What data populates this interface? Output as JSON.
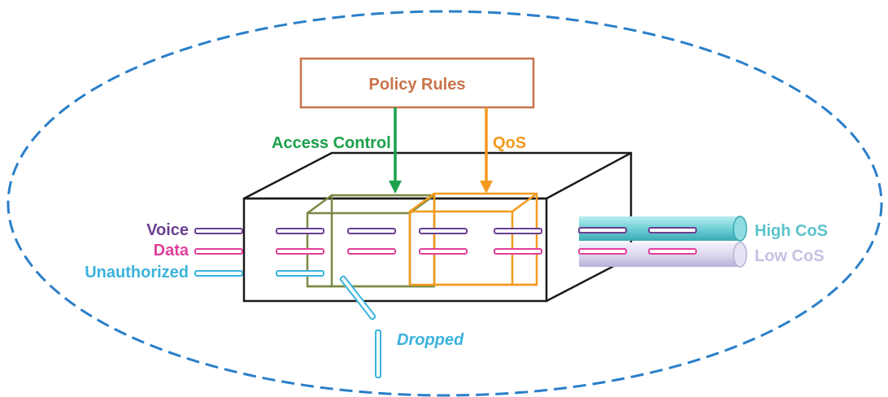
{
  "policy_box": {
    "label": "Policy Rules"
  },
  "arrows": {
    "access_control": {
      "label": "Access Control"
    },
    "qos": {
      "label": "QoS"
    }
  },
  "inputs": {
    "voice": "Voice",
    "data": "Data",
    "unauthorized": "Unauthorized"
  },
  "outputs": {
    "high_cos": "High CoS",
    "low_cos": "Low CoS"
  },
  "dropped": {
    "label": "Dropped"
  },
  "colors": {
    "boundary": "#2a7fc9",
    "policy_box": "#c8734a",
    "access_control": "#1aa14a",
    "qos": "#f39a1e",
    "acl_cube": "#7a8a45",
    "voice": "#6a3f93",
    "data": "#e0409a",
    "unauthorized": "#3bb3dd",
    "high_cos": "#5cc4cc",
    "low_cos": "#c6c0e0"
  }
}
